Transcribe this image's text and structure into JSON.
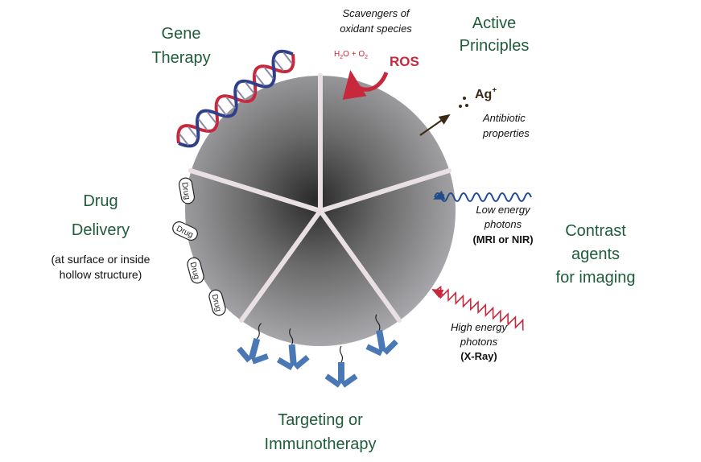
{
  "labels": {
    "gene_therapy": [
      "Gene",
      "Therapy"
    ],
    "active_principles": [
      "Active",
      "Principles"
    ],
    "drug_delivery": [
      "Drug",
      "Delivery"
    ],
    "drug_delivery_note": [
      "(at surface or inside",
      "hollow structure)"
    ],
    "contrast_agents": [
      "Contrast",
      "agents",
      "for imaging"
    ],
    "targeting": [
      "Targeting or",
      "Immunotherapy"
    ],
    "scavengers": [
      "Scavengers of",
      "oxidant species"
    ],
    "ros": "ROS",
    "water_h": "H",
    "water_sub2": "2",
    "water_o": "O + O",
    "water_sub2b": "2",
    "silver": "Ag",
    "silver_charge": "+",
    "antibiotic": [
      "Antibiotic",
      "properties"
    ],
    "low_energy": [
      "Low energy",
      "photons"
    ],
    "low_energy_modes": "(MRI or NIR)",
    "high_energy": [
      "High energy",
      "photons"
    ],
    "high_energy_mode": "(X-Ray)",
    "drug_tag": "Drug"
  },
  "colors": {
    "title_green": "#1f5c3a",
    "ros_red": "#c8283c",
    "dna_red": "#c8283c",
    "dna_blue": "#2f3f8a",
    "antibody_blue": "#4a78b5",
    "wave_blue": "#1f4c8a",
    "arrow_brown": "#3a2a14"
  }
}
